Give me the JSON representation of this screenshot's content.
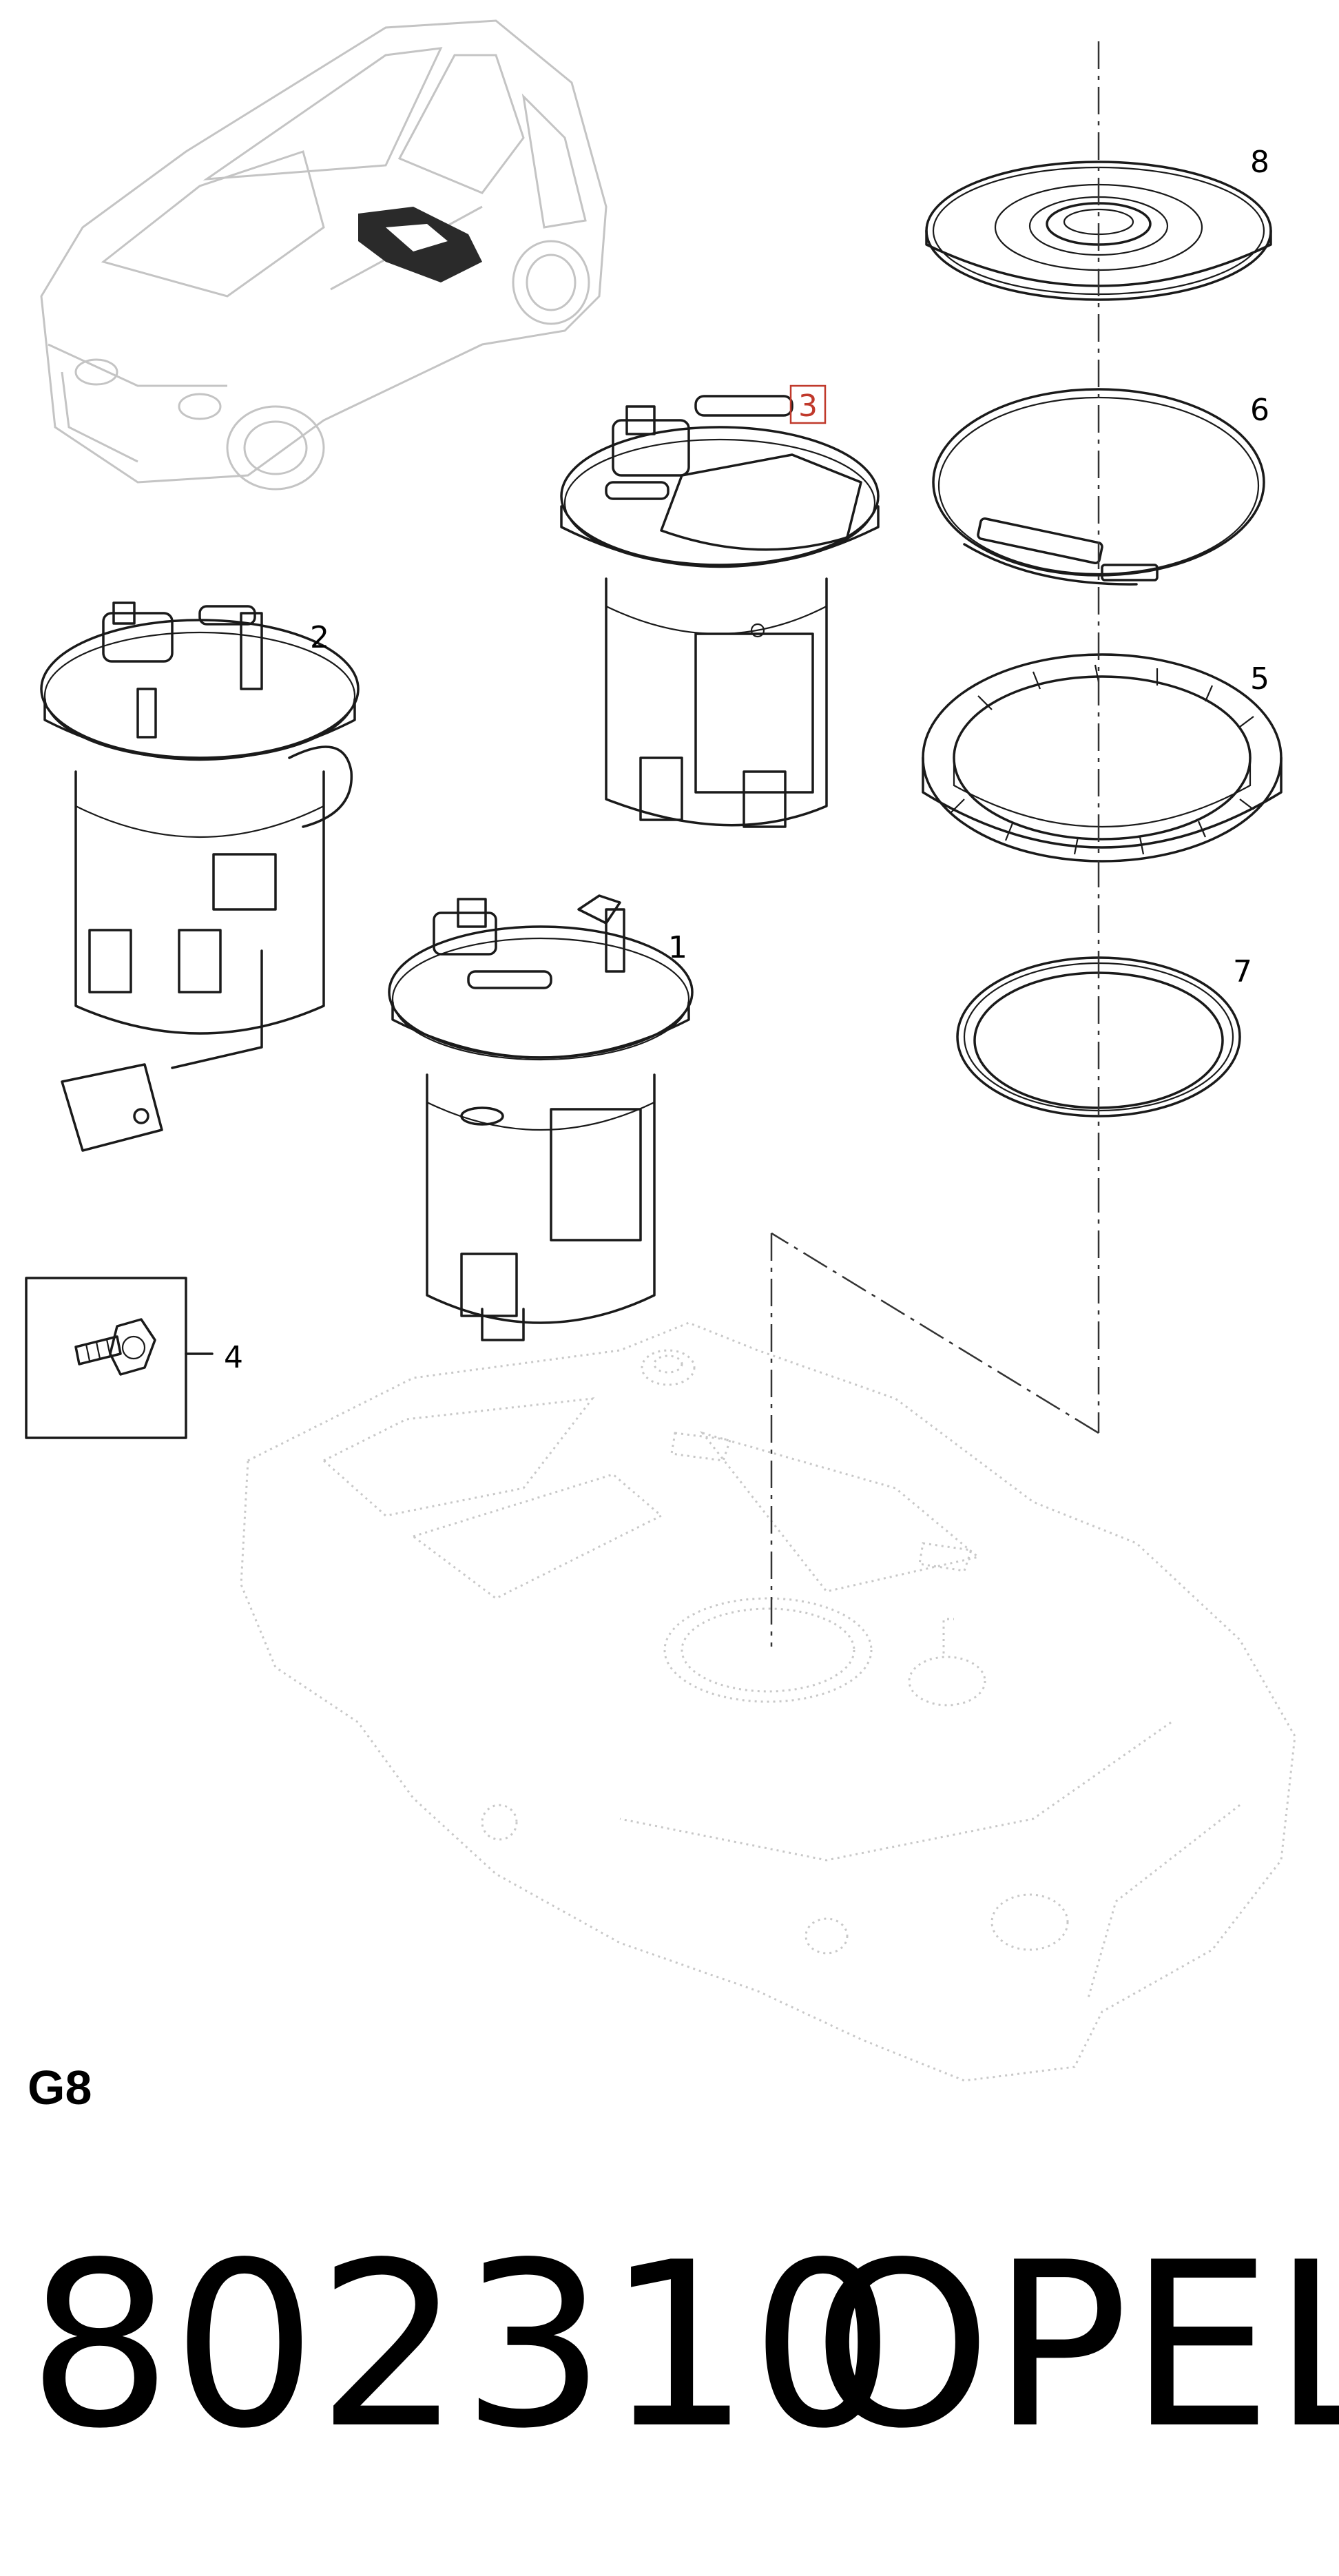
{
  "callouts": {
    "c1": "1",
    "c2": "2",
    "c3": "3",
    "c4": "4",
    "c5": "5",
    "c6": "6",
    "c7": "7",
    "c8": "8"
  },
  "highlight_color": "#c0392b",
  "section_code": "G8",
  "part_number": "802310",
  "brand": "OPEL"
}
